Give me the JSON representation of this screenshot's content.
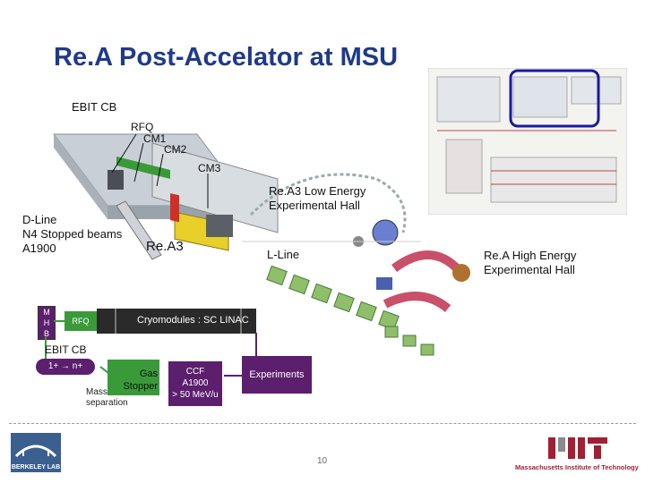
{
  "slide": {
    "title": "Re.A Post-Accelator at MSU",
    "page_number": "10"
  },
  "labels": {
    "ebit_cb_top": "EBIT CB",
    "rfq": "RFQ",
    "cm1": "CM1",
    "cm2": "CM2",
    "cm3": "CM3",
    "low_energy_hall": [
      "Re.A3 Low Energy",
      "Experimental Hall"
    ],
    "d_line": [
      "D-Line",
      "N4 Stopped beams",
      "A1900"
    ],
    "rea3": "Re.A3",
    "l_line": "L-Line",
    "high_energy_hall": [
      "Re.A High Energy",
      "Experimental Hall"
    ]
  },
  "schematic": {
    "mhb": [
      "M",
      "H",
      "B"
    ],
    "rfq": "RFQ",
    "cryomodules": "Cryomodules : SC LINAC",
    "ebit_cb": "EBIT CB",
    "charge": "1+ → n+",
    "gas_stopper": [
      "Gas",
      "Stopper"
    ],
    "mass_separation": [
      "Mass",
      "separation"
    ],
    "ccf": [
      "CCF",
      "A1900",
      "> 50 MeV/u"
    ],
    "experiments": "Experiments"
  },
  "logos": {
    "berkeley": "BERKELEY LAB",
    "mit": "Massachusetts Institute of Technology"
  },
  "colors": {
    "title": "#1f3a8a",
    "purple_box": "#5b1f6e",
    "green_box": "#3a9a3a",
    "schematic_dark": "#2a2a2a",
    "highlight_frame": "#1a1aa0",
    "mit_red": "#a31f34"
  }
}
